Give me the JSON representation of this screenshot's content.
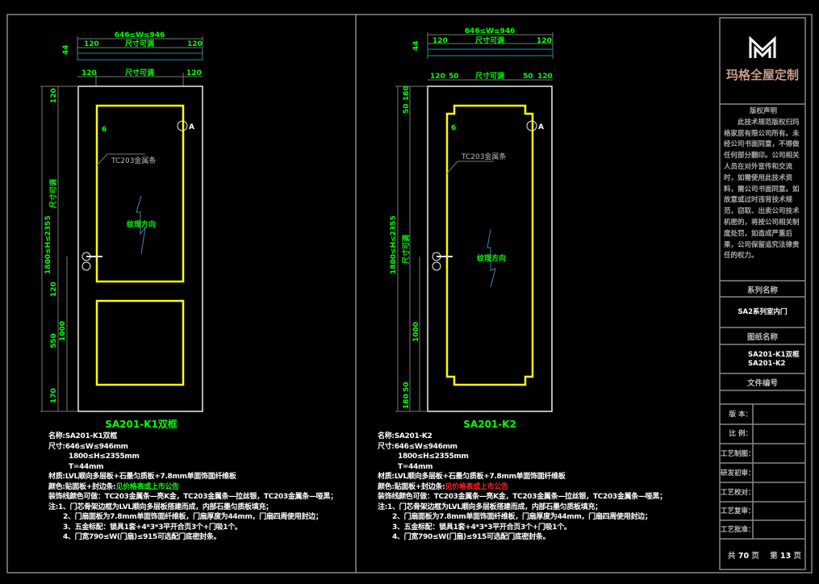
{
  "brand": {
    "logo_letter": "M",
    "name": "玛格全屋定制"
  },
  "copyright": {
    "title": "版权声明",
    "body": "此技术规范版权归玛格家居有限公司所有。未经公司书面同意，不得做任何部分翻印。公司相关人员在对外宣传和交流时，如需使用此技术资料，需公司书面同意。如故意或过时违背技术规范，窃取、出卖公司技术机密的，将按公司相关制度处罚，如造成严重后果，公司保留追究法律责任的权力。"
  },
  "title_block": {
    "series_label": "系列名称",
    "series_value": "SA2系列室内门",
    "drawing_label": "图纸名称",
    "drawing_values": [
      "SA201-K1双框",
      "SA201-K2"
    ],
    "file_no_label": "文件编号",
    "file_no_value": "",
    "rows": [
      "版 本：",
      "比 例：",
      "工艺制图：",
      "研发初审：",
      "工艺校对：",
      "工艺复审：",
      "工艺批准："
    ],
    "total_pages_prefix": "共",
    "total_pages": "70",
    "page_unit": "页",
    "current_page_prefix": "第",
    "current_page": "13"
  },
  "doors": [
    {
      "title": "SA201-K1双框",
      "width_range": "646≤W≤946",
      "strip_left": "120",
      "strip_mid": "尺寸可调",
      "strip_right": "120",
      "thickness": "44",
      "top_left": "120",
      "top_mid": "尺寸可调",
      "top_right": "120",
      "dim_top": "120",
      "dim_gap": "6",
      "dim_adjust": "尺寸可调",
      "height_range": "1800≤H≤2355",
      "dim_mid": "120",
      "dim_lower": "550",
      "dim_handle": "1000",
      "dim_bottom": "170",
      "marker": "A",
      "strip_callout": "TC203金属条",
      "grain": "纹理方向",
      "notes": {
        "name": "名称:SA201-K1双框",
        "size1": "尺寸:646≤W≤946mm",
        "size2": "1800≤H≤2355mm",
        "size3": "T=44mm",
        "material": "材质:LVL顺向多层板+石墨匀质板+7.8mm单面饰面纤维板",
        "color_prefix": "颜色:贴面板+封边条:",
        "color_link": "见价格表或上市公告",
        "trim": "装饰线颜色可做：TC203金属条—亮K金，TC203金属条—拉丝银，TC203金属条—哑黑；",
        "n1": "注:1、门芯骨架边框为LVL顺向多层板搭建而成，内部石墨匀质板填充；",
        "n2": "2、门扇面板为7.8mm单面饰面纤维板，门扇厚度为44mm，门扇四周使用封边；",
        "n3": "3、五金标配：锁具1套+4*3*3平开合页3个+门吸1个。",
        "n4": "4、门宽790≤W(门扇)≤915可选配门底密封条。"
      }
    },
    {
      "title": "SA201-K2",
      "width_range": "646≤W≤946",
      "strip_left": "120",
      "strip_mid": "尺寸可调",
      "strip_right": "120",
      "thickness": "44",
      "top_left": "120",
      "top_gap_left": "50",
      "top_mid": "尺寸可调",
      "top_gap_right": "50",
      "top_right": "120",
      "dim_top": "180",
      "dim_top2": "50",
      "dim_gap": "6",
      "dim_adjust": "尺寸可调",
      "height_range": "1800≤H≤2355",
      "dim_handle": "1000",
      "dim_bottom": "180",
      "dim_bottom2": "50",
      "marker": "A",
      "strip_callout": "TC203金属条",
      "grain": "纹理方向",
      "notes": {
        "name": "名称:SA201-K2",
        "size1": "尺寸:646≤W≤946mm",
        "size2": "1800≤H≤2355mm",
        "size3": "T=44mm",
        "material": "材质:LVL顺向多层板+石墨匀质板+7.8mm单面饰面纤维板",
        "color_prefix": "颜色:贴面板+封边条:",
        "color_link": "见价格表或上市公告",
        "trim": "装饰线颜色可做：TC203金属条—亮K金，TC203金属条—拉丝银，TC203金属条—哑黑；",
        "n1": "注:1、门芯骨架边框为LVL顺向多层板搭建而成，内部石墨匀质板填充；",
        "n2": "2、门扇面板为7.8mm单面饰面纤维板，门扇厚度为44mm，门扇四周使用封边；",
        "n3": "3、五金标配：锁具1套+4*3*3平开合页3个+门吸1个。",
        "n4": "4、门宽790≤W(门扇)≤915可选配门底密封条。"
      }
    }
  ]
}
